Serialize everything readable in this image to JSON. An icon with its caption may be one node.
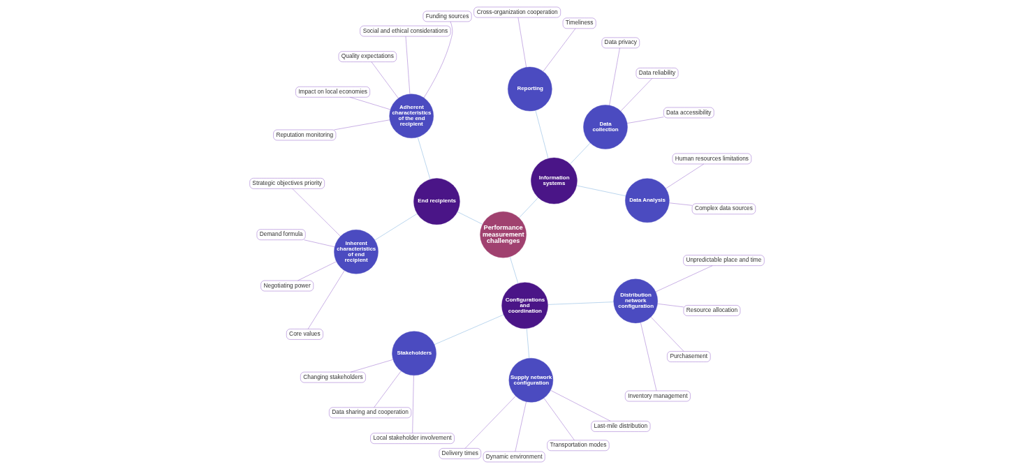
{
  "diagram": {
    "nodes": [
      {
        "text": [
          "Performance measurement challenges"
        ]
      },
      {
        "text": [
          "Information systems"
        ]
      },
      {
        "text": [
          "Data Analysis"
        ]
      },
      {
        "text": [
          "Complex data sources"
        ]
      },
      {
        "text": [
          "Human resources limitations"
        ]
      },
      {
        "text": [
          "Data collection"
        ]
      },
      {
        "text": [
          "Data accessibility"
        ]
      },
      {
        "text": [
          "Data reliability"
        ]
      },
      {
        "text": [
          "Data privacy"
        ]
      },
      {
        "text": [
          "Reporting"
        ]
      },
      {
        "text": [
          "Timeliness"
        ]
      },
      {
        "text": [
          "Cross-organization cooperation"
        ]
      },
      {
        "text": [
          "End recipients"
        ]
      },
      {
        "text": [
          "Adherent characteristics of the end recipient"
        ]
      },
      {
        "text": [
          "Funding sources"
        ]
      },
      {
        "text": [
          "Social and ethical considerations"
        ]
      },
      {
        "text": [
          "Quality expectations"
        ]
      },
      {
        "text": [
          "Impact on local economies"
        ]
      },
      {
        "text": [
          "Reputation monitoring"
        ]
      },
      {
        "text": [
          "Inherent characteristics of end recipient"
        ]
      },
      {
        "text": [
          "Strategic objectives priority"
        ]
      },
      {
        "text": [
          "Demand formula"
        ]
      },
      {
        "text": [
          "Negotiating power"
        ]
      },
      {
        "text": [
          "Core values"
        ]
      },
      {
        "text": [
          "Configurations and coordination"
        ]
      },
      {
        "text": [
          "Stakeholders"
        ]
      },
      {
        "text": [
          "Changing stakeholders"
        ]
      },
      {
        "text": [
          "Data sharing and cooperation"
        ]
      },
      {
        "text": [
          "Local stakeholder involvement"
        ]
      },
      {
        "text": [
          "Supply network configuration"
        ]
      },
      {
        "text": [
          "Delivery times"
        ]
      },
      {
        "text": [
          "Dynamic environment"
        ]
      },
      {
        "text": [
          "Transportation modes"
        ]
      },
      {
        "text": [
          "Last-mile distribution"
        ]
      },
      {
        "text": [
          "Distribution network configuration"
        ]
      },
      {
        "text": [
          "Inventory management"
        ]
      },
      {
        "text": [
          "Purchasement"
        ]
      },
      {
        "text": [
          "Resource allocation"
        ]
      },
      {
        "text": [
          "Unpredictable place and time"
        ]
      }
    ],
    "edges": [
      {
        "from": 0,
        "to": 1,
        "arrow": "none",
        "color": "#5b9bd5"
      },
      {
        "from": 1,
        "to": 2,
        "arrow": "none",
        "color": "#5b9bd5"
      },
      {
        "from": 2,
        "to": 3,
        "arrow": "none"
      },
      {
        "from": 2,
        "to": 4,
        "arrow": "none"
      },
      {
        "from": 1,
        "to": 5,
        "arrow": "none",
        "color": "#5b9bd5"
      },
      {
        "from": 5,
        "to": 6,
        "arrow": "none"
      },
      {
        "from": 5,
        "to": 7,
        "arrow": "none"
      },
      {
        "from": 5,
        "to": 8,
        "arrow": "none"
      },
      {
        "from": 1,
        "to": 9,
        "arrow": "none",
        "color": "#5b9bd5"
      },
      {
        "from": 9,
        "to": 10,
        "arrow": "none"
      },
      {
        "from": 9,
        "to": 11,
        "arrow": "none"
      },
      {
        "from": 0,
        "to": 12,
        "arrow": "none",
        "color": "#5b9bd5"
      },
      {
        "from": 12,
        "to": 13,
        "arrow": "none",
        "color": "#5b9bd5"
      },
      {
        "from": 13,
        "to": 14,
        "arrow": "none"
      },
      {
        "from": 13,
        "to": 15,
        "arrow": "none"
      },
      {
        "from": 13,
        "to": 16,
        "arrow": "none"
      },
      {
        "from": 13,
        "to": 17,
        "arrow": "none"
      },
      {
        "from": 13,
        "to": 18,
        "arrow": "none"
      },
      {
        "from": 12,
        "to": 19,
        "arrow": "none",
        "color": "#5b9bd5"
      },
      {
        "from": 19,
        "to": 20,
        "arrow": "none"
      },
      {
        "from": 19,
        "to": 21,
        "arrow": "none"
      },
      {
        "from": 19,
        "to": 22,
        "arrow": "none"
      },
      {
        "from": 19,
        "to": 23,
        "arrow": "none"
      },
      {
        "from": 0,
        "to": 24,
        "arrow": "none",
        "color": "#5b9bd5"
      },
      {
        "from": 24,
        "to": 25,
        "arrow": "none",
        "color": "#5b9bd5"
      },
      {
        "from": 25,
        "to": 26,
        "arrow": "none"
      },
      {
        "from": 25,
        "to": 27,
        "arrow": "none"
      },
      {
        "from": 25,
        "to": 28,
        "arrow": "none"
      },
      {
        "from": 24,
        "to": 29,
        "arrow": "none",
        "color": "#5b9bd5"
      },
      {
        "from": 29,
        "to": 30,
        "arrow": "none"
      },
      {
        "from": 29,
        "to": 31,
        "arrow": "none"
      },
      {
        "from": 29,
        "to": 32,
        "arrow": "none"
      },
      {
        "from": 29,
        "to": 33,
        "arrow": "none"
      },
      {
        "from": 24,
        "to": 34,
        "arrow": "none",
        "color": "#5b9bd5"
      },
      {
        "from": 34,
        "to": 35,
        "arrow": "none"
      },
      {
        "from": 34,
        "to": 36,
        "arrow": "none"
      },
      {
        "from": 34,
        "to": 37,
        "arrow": "none"
      },
      {
        "from": 34,
        "to": 38,
        "arrow": "none"
      }
    ]
  }
}
